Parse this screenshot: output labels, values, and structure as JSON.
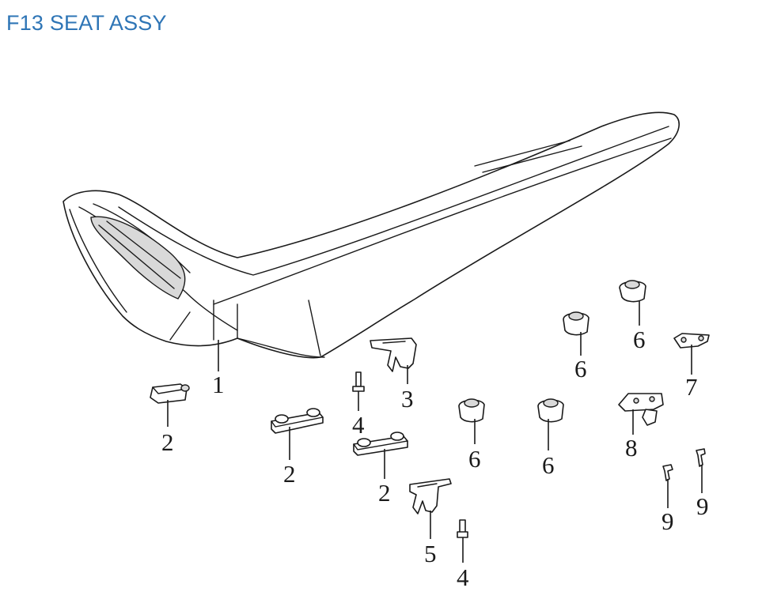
{
  "title": "F13 SEAT ASSY",
  "colors": {
    "title": "#2e75b6",
    "line": "#1a1a1a",
    "background": "#ffffff"
  },
  "callouts": [
    "1",
    "2",
    "2",
    "2",
    "3",
    "4",
    "4",
    "5",
    "6",
    "6",
    "6",
    "6",
    "7",
    "8",
    "9",
    "9"
  ]
}
